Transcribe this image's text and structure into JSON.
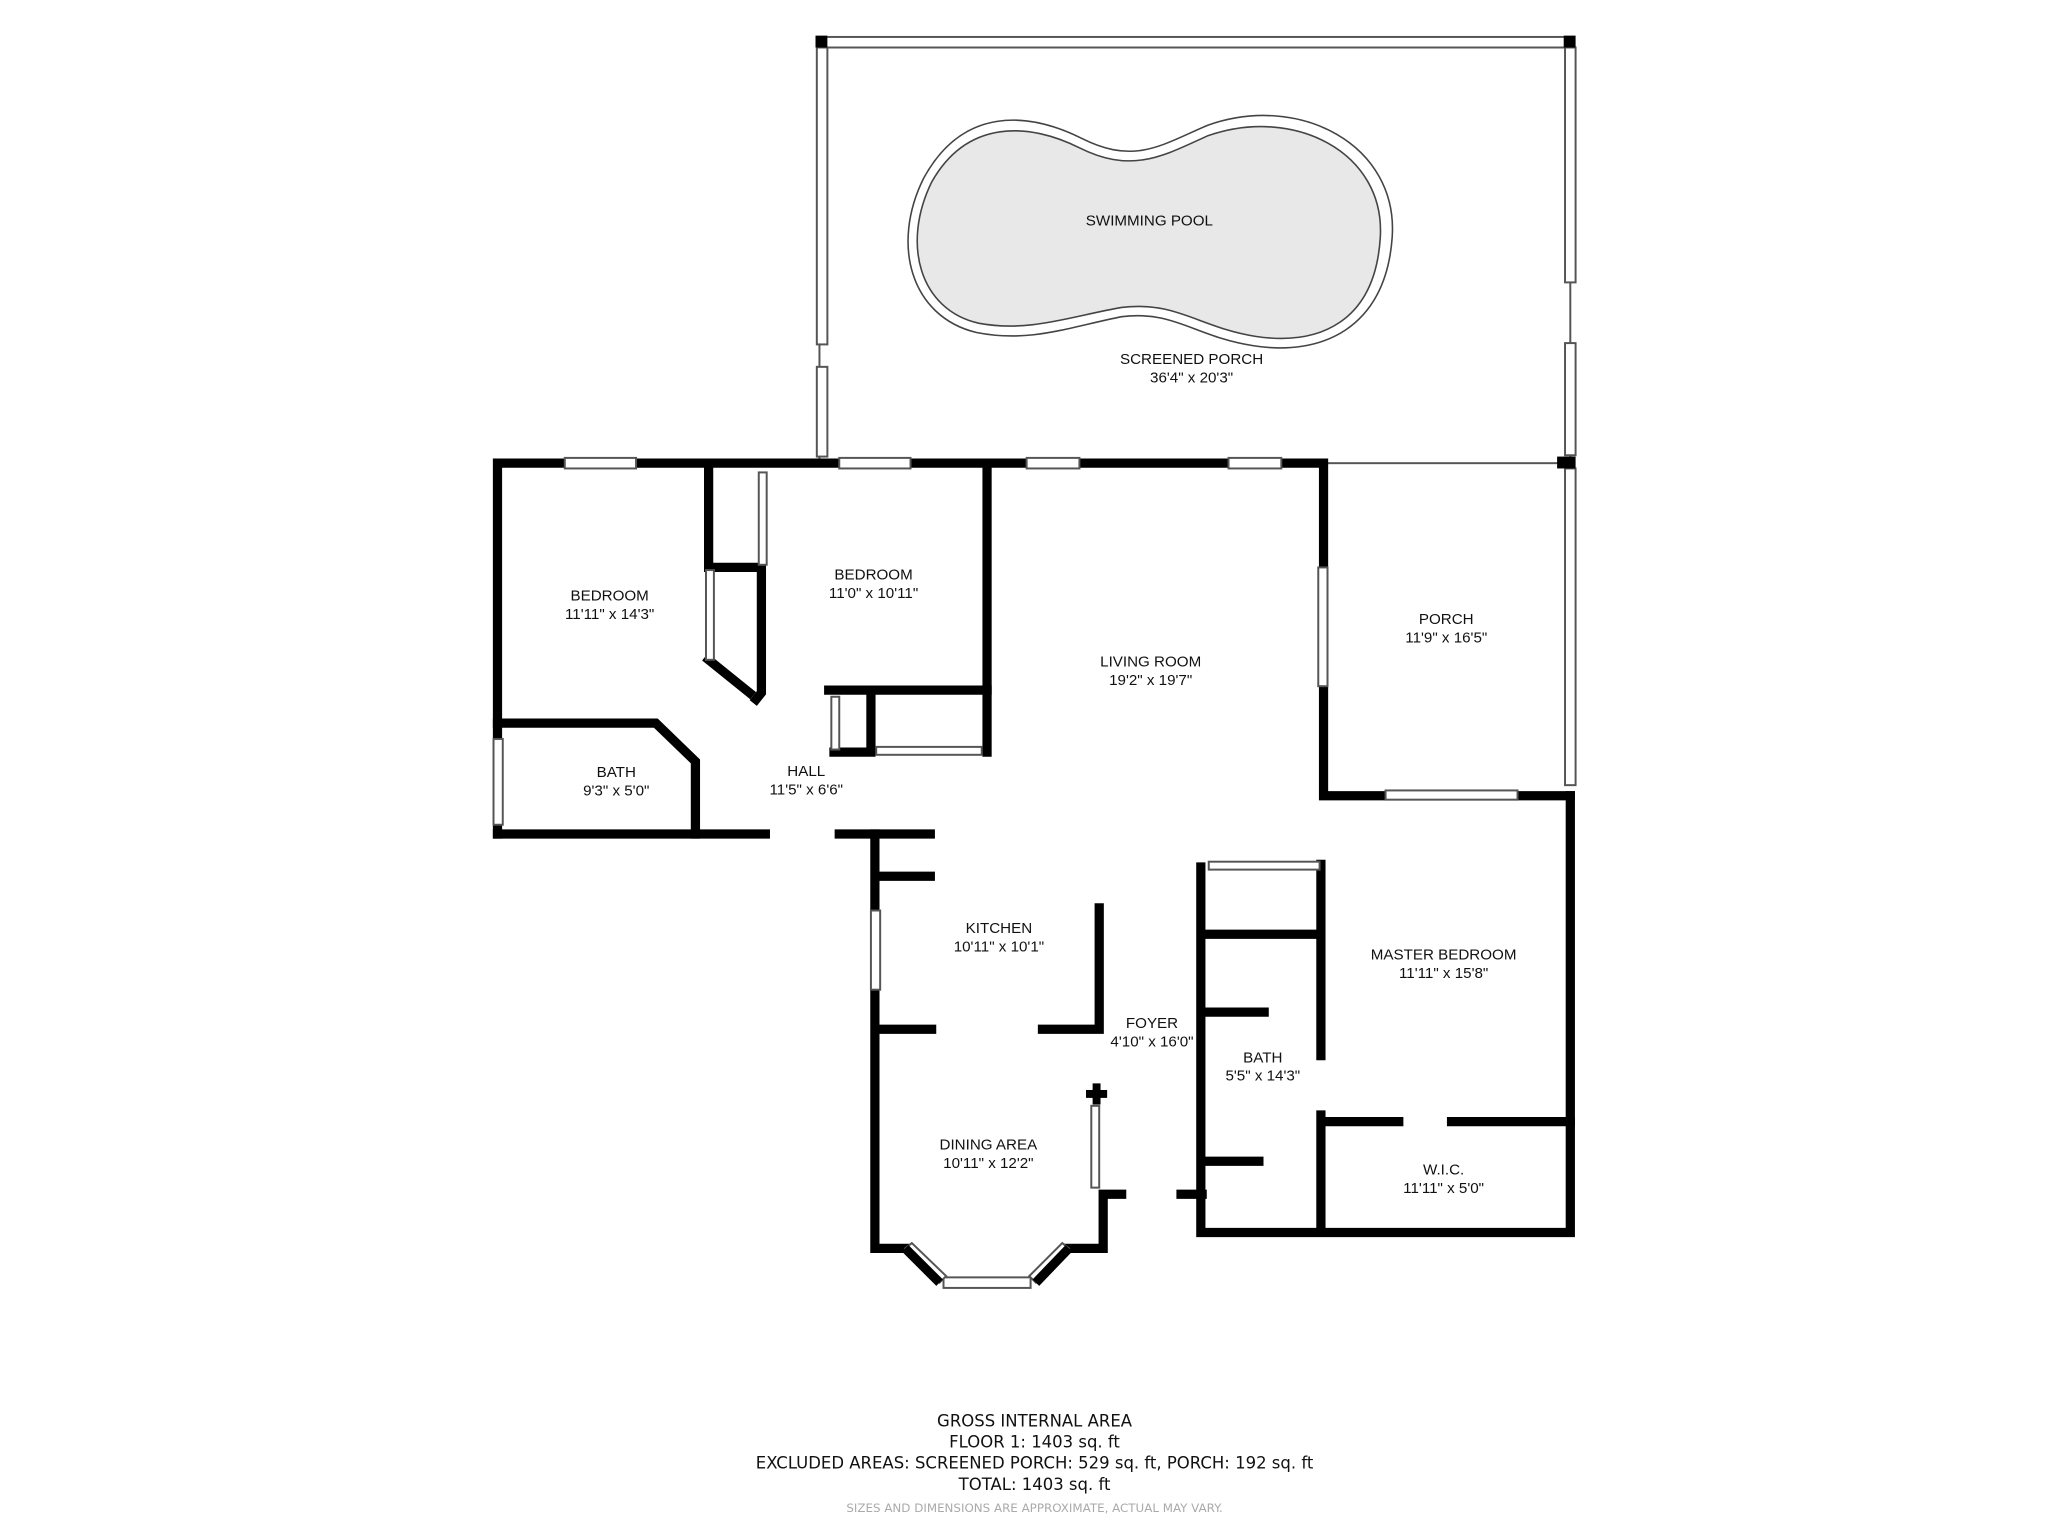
{
  "rooms": {
    "swimming_pool": {
      "name": "SWIMMING POOL"
    },
    "screened_porch": {
      "name": "SCREENED PORCH",
      "size": "36'4\" x 20'3\""
    },
    "bedroom_1": {
      "name": "BEDROOM",
      "size": "11'11\" x 14'3\""
    },
    "bedroom_2": {
      "name": "BEDROOM",
      "size": "11'0\" x 10'11\""
    },
    "living_room": {
      "name": "LIVING ROOM",
      "size": "19'2\" x 19'7\""
    },
    "porch": {
      "name": "PORCH",
      "size": "11'9\" x 16'5\""
    },
    "bath_1": {
      "name": "BATH",
      "size": "9'3\" x 5'0\""
    },
    "hall": {
      "name": "HALL",
      "size": "11'5\" x 6'6\""
    },
    "kitchen": {
      "name": "KITCHEN",
      "size": "10'11\" x 10'1\""
    },
    "foyer": {
      "name": "FOYER",
      "size": "4'10\" x 16'0\""
    },
    "bath_2": {
      "name": "BATH",
      "size": "5'5\" x 14'3\""
    },
    "master_bedroom": {
      "name": "MASTER BEDROOM",
      "size": "11'11\" x 15'8\""
    },
    "wic": {
      "name": "W.I.C.",
      "size": "11'11\" x 5'0\""
    },
    "dining_area": {
      "name": "DINING AREA",
      "size": "10'11\" x 12'2\""
    }
  },
  "footer": {
    "title": "GROSS INTERNAL AREA",
    "floor": "FLOOR 1: 1403 sq. ft",
    "excluded": "EXCLUDED AREAS: SCREENED PORCH: 529 sq. ft, PORCH: 192 sq. ft",
    "total": "TOTAL: 1403 sq. ft",
    "disclaimer": "SIZES AND DIMENSIONS ARE APPROXIMATE, ACTUAL MAY VARY."
  },
  "colors": {
    "wall": "#000000",
    "pool": "#e8e8e8",
    "disclaimer": "#aaaaaa"
  }
}
